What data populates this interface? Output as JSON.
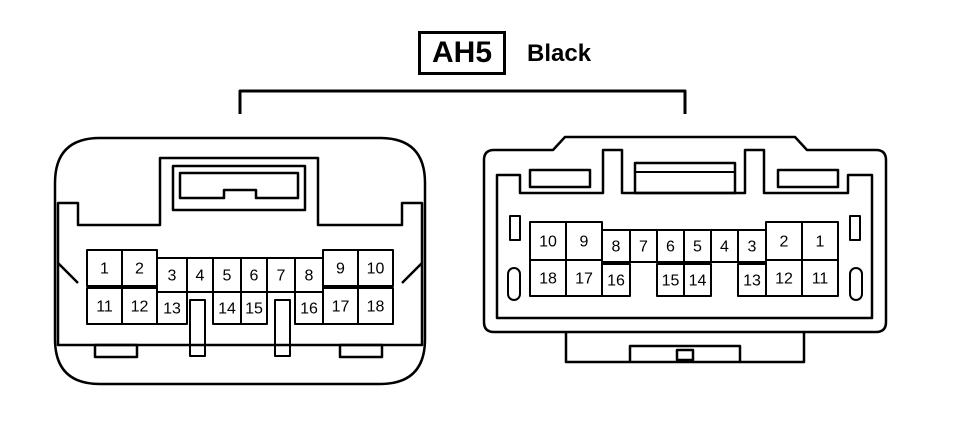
{
  "connector": {
    "code": "AH5",
    "color_label": "Black"
  },
  "left_view": {
    "pins": [
      "1",
      "2",
      "3",
      "4",
      "5",
      "6",
      "7",
      "8",
      "9",
      "10",
      "11",
      "12",
      "13",
      "14",
      "15",
      "16",
      "17",
      "18"
    ]
  },
  "right_view": {
    "pins": [
      "10",
      "9",
      "8",
      "7",
      "6",
      "5",
      "4",
      "3",
      "2",
      "1",
      "18",
      "17",
      "16",
      "15",
      "14",
      "13",
      "12",
      "11"
    ]
  },
  "colors": {
    "line": "#000000",
    "background": "#ffffff"
  }
}
